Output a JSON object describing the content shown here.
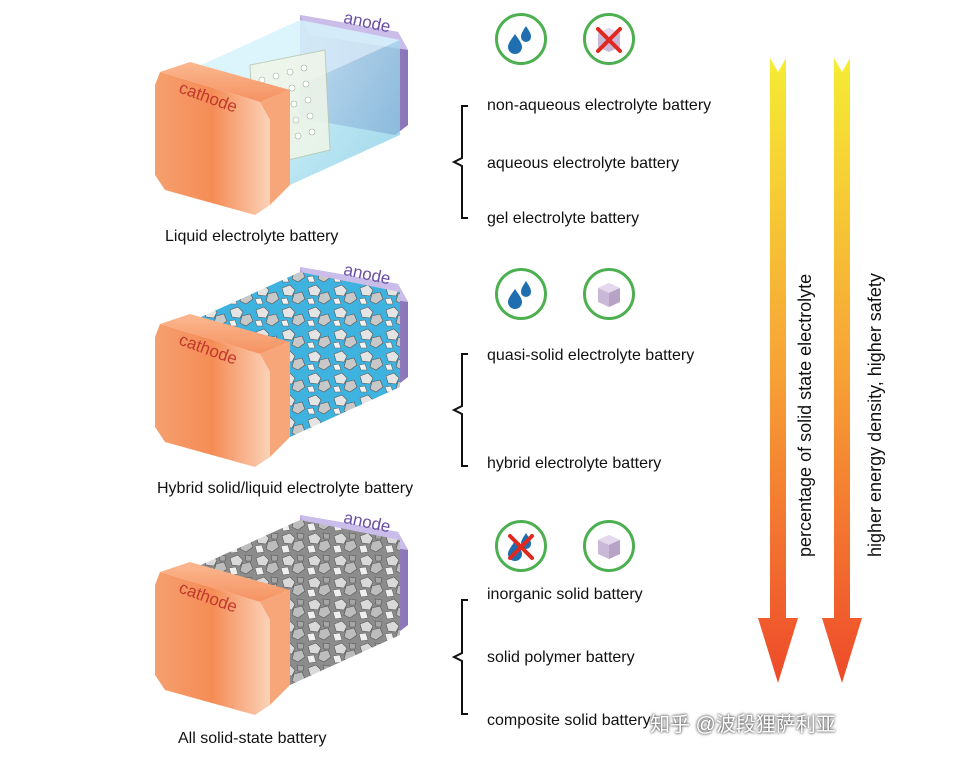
{
  "batteries": [
    {
      "caption": "Liquid electrolyte battery",
      "cathode": "cathode",
      "anode": "anode",
      "fill": "liquid"
    },
    {
      "caption": "Hybrid solid/liquid electrolyte battery",
      "cathode": "cathode",
      "anode": "anode",
      "fill": "hybrid"
    },
    {
      "caption": "All solid-state battery",
      "cathode": "cathode",
      "anode": "anode",
      "fill": "solid"
    }
  ],
  "groups": [
    {
      "icons": [
        "water-drops-icon",
        "crossed-cube-icon"
      ],
      "items": [
        "non-aqueous electrolyte battery",
        "aqueous electrolyte battery",
        "gel electrolyte battery"
      ]
    },
    {
      "icons": [
        "water-drops-icon",
        "cube-icon"
      ],
      "items": [
        "quasi-solid electrolyte battery",
        "hybrid electrolyte battery"
      ]
    },
    {
      "icons": [
        "crossed-drops-icon",
        "cube-icon"
      ],
      "items": [
        "inorganic solid battery",
        "solid polymer battery",
        "composite solid battery"
      ]
    }
  ],
  "arrows": [
    {
      "label": "percentage of solid state electrolyte"
    },
    {
      "label": "higher energy density, higher safety"
    }
  ],
  "watermark": "知乎 @波段狸萨利亚",
  "colors": {
    "cathode": "#f2844e",
    "anode": "#9a86c4",
    "electrolyte": "#8fd6ea",
    "icon_ring": "#4caf50",
    "arrow_top": "#f5ec34",
    "arrow_bottom": "#ee4a2a"
  }
}
